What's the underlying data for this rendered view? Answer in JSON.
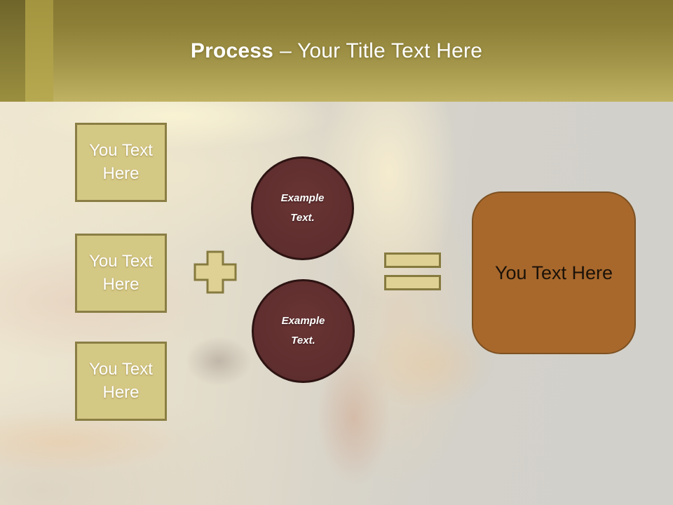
{
  "slide": {
    "title": {
      "bold": "Process",
      "regular": "– Your Title Text Here"
    }
  },
  "left_boxes": [
    {
      "label": "You Text Here"
    },
    {
      "label": "You Text Here"
    },
    {
      "label": "You Text Here"
    }
  ],
  "operators": {
    "plus_icon": "plus-icon",
    "equals_icon": "equals-icon"
  },
  "circles": [
    {
      "label": "Example Text."
    },
    {
      "label": "Example Text."
    }
  ],
  "result_box": {
    "label": "You Text Here"
  },
  "colors": {
    "header_gradient_top": "#857731",
    "header_gradient_bottom": "#c0b263",
    "header_stripe_dark": "#6f652b",
    "header_stripe_gold": "#a3953f",
    "box_fill": "#d4c885",
    "box_border": "#8a7e44",
    "operator_fill": "#ded193",
    "operator_border": "#867a3f",
    "circle_fill": "#5e2d2d",
    "circle_border": "#2d1413",
    "result_fill": "#a8682c",
    "result_border": "#7d5122",
    "title_text": "#ffffff",
    "box_text": "#ffffff",
    "result_text": "#1b1209"
  }
}
